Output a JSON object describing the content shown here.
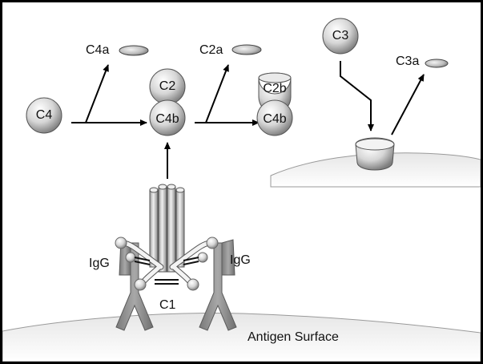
{
  "labels": {
    "c4": "C4",
    "c4a": "C4a",
    "c2": "C2",
    "c4b_bound": "C4b",
    "c2a": "C2a",
    "c2b": "C2b",
    "c4b_complex": "C4b",
    "c3": "C3",
    "c3a": "C3a",
    "igg_left": "IgG",
    "igg_right": "IgG",
    "c1": "C1",
    "antigen_surface": "Antigen Surface"
  },
  "colors": {
    "background": "#ffffff",
    "frame": "#000000",
    "sphere_light": "#f4f4f4",
    "sphere_dark": "#8a8a8a",
    "antibody_gray": "#8c8c8c",
    "surface_gray": "#cfcfcf",
    "arrow": "#000000"
  }
}
